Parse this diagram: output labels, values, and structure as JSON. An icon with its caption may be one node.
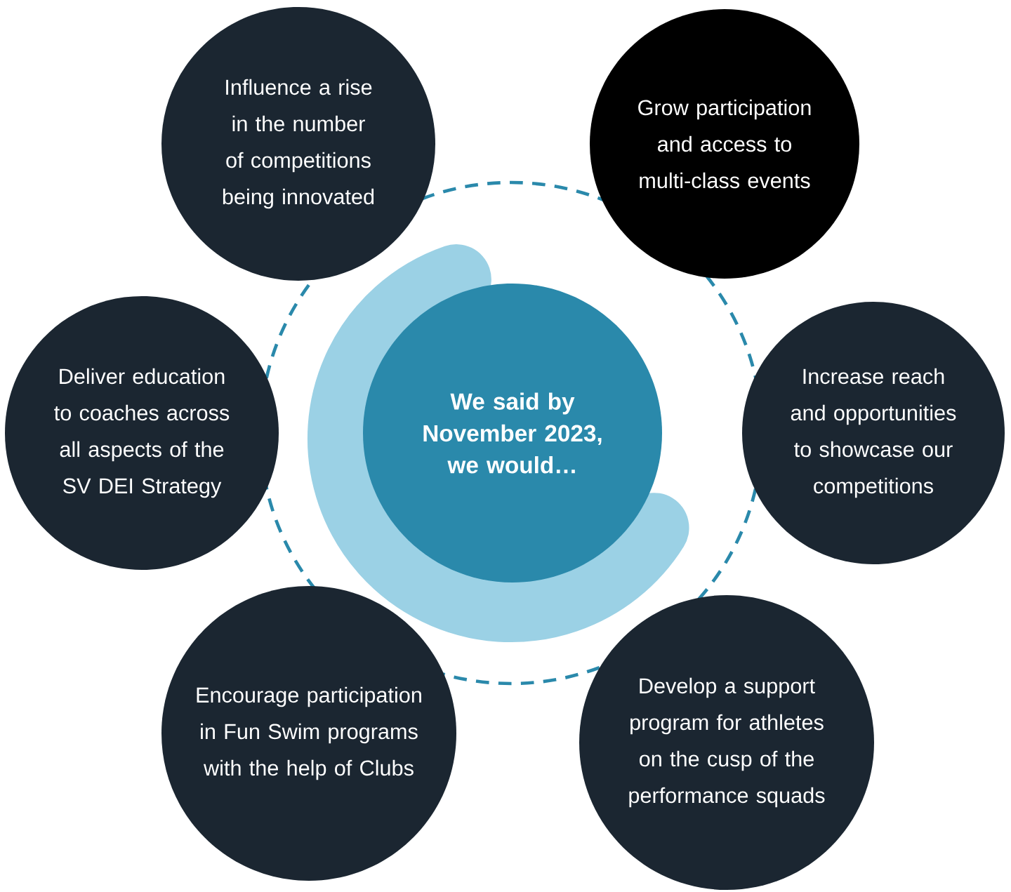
{
  "diagram": {
    "nodes": [
      {
        "text": [
          "We said by November 2023, we would…"
        ]
      },
      {
        "text": [
          "Influence a rise in the number of competitions being innovated"
        ]
      },
      {
        "text": [
          "Grow participation and access to multi-class events"
        ]
      },
      {
        "text": [
          "Deliver education to coaches across all aspects of the SV DEI Strategy"
        ]
      },
      {
        "text": [
          "Increase reach and opportunities to showcase our competitions"
        ]
      },
      {
        "text": [
          "Encourage participation in Fun Swim programs with the help of Clubs"
        ]
      },
      {
        "text": [
          "Develop a support program for athletes on the cusp of the performance squads"
        ]
      }
    ]
  }
}
